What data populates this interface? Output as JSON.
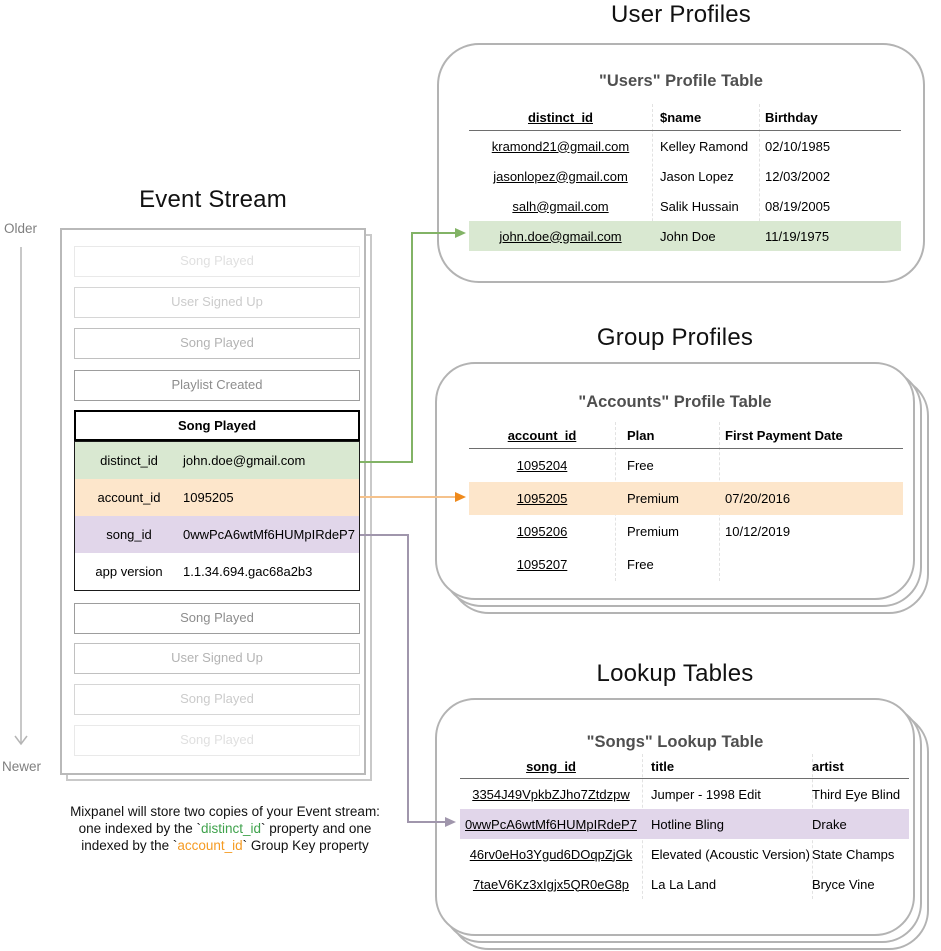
{
  "colors": {
    "green_row": "#d9e8d1",
    "orange_row": "#fde6cb",
    "purple_row": "#e1d6ea",
    "green_connector": "#82b366",
    "orange_connector_line": "#f5c28c",
    "orange_connector_head": "#ef8a1c",
    "purple_connector": "#a096ac",
    "distinct_id_keyword": "#3fa24c",
    "account_id_keyword": "#f59b23"
  },
  "event_stream": {
    "title": "Event Stream",
    "older_label": "Older",
    "newer_label": "Newer",
    "faded_events": [
      "Song Played",
      "User Signed Up",
      "Song Played",
      "Playlist Created",
      "Song Played",
      "User Signed Up",
      "Song Played",
      "Song Played"
    ],
    "expanded_event": {
      "title": "Song Played",
      "properties": [
        {
          "key": "distinct_id",
          "value": "john.doe@gmail.com"
        },
        {
          "key": "account_id",
          "value": "1095205"
        },
        {
          "key": "song_id",
          "value": "0wwPcA6wtMf6HUMpIRdeP7"
        },
        {
          "key": "app version",
          "value": "1.1.34.694.gac68a2b3"
        }
      ]
    }
  },
  "user_profiles": {
    "section_title": "User Profiles",
    "table_title": "\"Users\" Profile Table",
    "columns": [
      "distinct_id",
      "$name",
      "Birthday"
    ],
    "rows": [
      [
        "kramond21@gmail.com",
        "Kelley Ramond",
        "02/10/1985"
      ],
      [
        "jasonlopez@gmail.com",
        "Jason Lopez",
        "12/03/2002"
      ],
      [
        "salh@gmail.com",
        "Salik Hussain",
        "08/19/2005"
      ],
      [
        "john.doe@gmail.com",
        "John Doe",
        "11/19/1975"
      ]
    ],
    "highlighted_row_key": "john.doe@gmail.com"
  },
  "group_profiles": {
    "section_title": "Group Profiles",
    "table_title": "\"Accounts\" Profile Table",
    "columns": [
      "account_id",
      "Plan",
      "First Payment Date"
    ],
    "rows": [
      [
        "1095204",
        "Free",
        ""
      ],
      [
        "1095205",
        "Premium",
        "07/20/2016"
      ],
      [
        "1095206",
        "Premium",
        "10/12/2019"
      ],
      [
        "1095207",
        "Free",
        ""
      ]
    ],
    "highlighted_row_key": "1095205"
  },
  "lookup_tables": {
    "section_title": "Lookup Tables",
    "table_title": "\"Songs\" Lookup Table",
    "columns": [
      "song_id",
      "title",
      "artist"
    ],
    "rows": [
      [
        "3354J49VpkbZJho7Ztdzpw",
        "Jumper - 1998 Edit",
        "Third Eye Blind"
      ],
      [
        "0wwPcA6wtMf6HUMpIRdeP7",
        "Hotline Bling",
        "Drake"
      ],
      [
        "46rv0eHo3Ygud6DOqpZjGk",
        "Elevated (Acoustic Version)",
        "State Champs"
      ],
      [
        "7taeV6Kz3xIgjx5QR0eG8p",
        "La La Land",
        "Bryce Vine"
      ]
    ],
    "highlighted_row_key": "0wwPcA6wtMf6HUMpIRdeP7"
  },
  "caption": {
    "line1": "Mixpanel will store two copies of your Event stream:",
    "line2_pre": "one indexed by the `",
    "line2_key": "distinct_id",
    "line2_post": "` property and one",
    "line3_pre": "indexed by the `",
    "line3_key": "account_id",
    "line3_post": "` Group Key property"
  }
}
